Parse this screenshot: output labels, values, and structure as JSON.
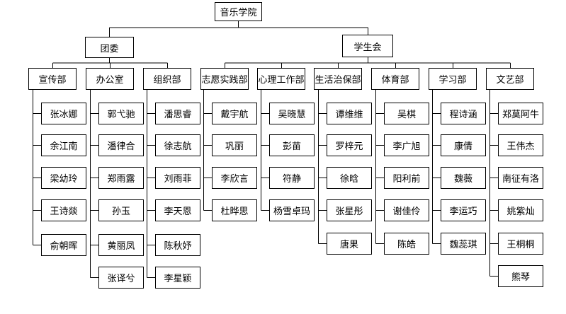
{
  "root": "音乐学院",
  "branches": [
    {
      "name": "团委",
      "departments": [
        {
          "name": "宣传部",
          "members": [
            "张冰娜",
            "余江南",
            "梁幼玲",
            "王诗燚",
            "俞朝晖"
          ]
        },
        {
          "name": "办公室",
          "members": [
            "郭弋驰",
            "潘律合",
            "郑雨露",
            "孙玉",
            "黄丽凤",
            "张译兮"
          ]
        },
        {
          "name": "组织部",
          "members": [
            "潘思睿",
            "徐志航",
            "刘雨菲",
            "李天恩",
            "陈秋妤",
            "李星颖"
          ]
        }
      ]
    },
    {
      "name": "学生会",
      "departments": [
        {
          "name": "志愿实践部",
          "members": [
            "戴宇航",
            "巩丽",
            "李欣言",
            "杜晔思"
          ]
        },
        {
          "name": "心理工作部",
          "members": [
            "吴晓慧",
            "彭苗",
            "符静",
            "杨雪卓玛"
          ]
        },
        {
          "name": "生活治保部",
          "members": [
            "谭维维",
            "罗梓元",
            "徐晗",
            "张星彤",
            "唐果"
          ]
        },
        {
          "name": "体育部",
          "members": [
            "吴棋",
            "李广旭",
            "阳利前",
            "谢佳伶",
            "陈皓"
          ]
        },
        {
          "name": "学习部",
          "members": [
            "程诗涵",
            "康倩",
            "魏薇",
            "李运巧",
            "魏蕊琪"
          ]
        },
        {
          "name": "文艺部",
          "members": [
            "郑莫阿牛",
            "王伟杰",
            "南征有洛",
            "姚紫灿",
            "王桐桐",
            "熊琴"
          ]
        }
      ]
    }
  ]
}
